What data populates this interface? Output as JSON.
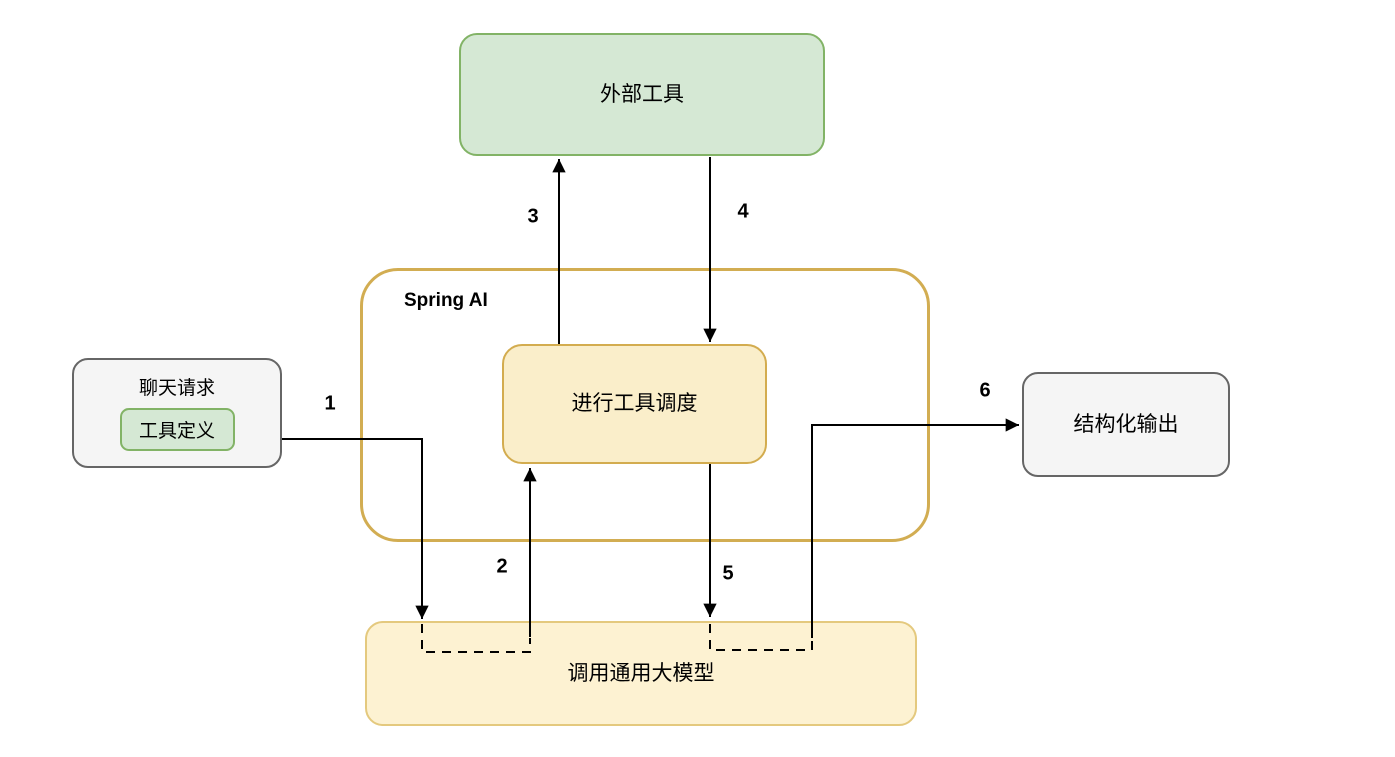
{
  "nodes": {
    "external_tools": {
      "label": "外部工具"
    },
    "spring_ai_container": {
      "label": "Spring AI"
    },
    "tool_dispatch": {
      "label": "进行工具调度"
    },
    "chat_request": {
      "title": "聊天请求",
      "tool_definition": "工具定义"
    },
    "structured_output": {
      "label": "结构化输出"
    },
    "llm_call": {
      "label": "调用通用大模型"
    }
  },
  "edge_labels": {
    "step1": "1",
    "step2": "2",
    "step3": "3",
    "step4": "4",
    "step5": "5",
    "step6": "6"
  },
  "colors": {
    "green_fill": "#d5e8d4",
    "green_stroke": "#82b366",
    "yellow_fill": "#faeeca",
    "yellow_stroke": "#d3ac4f",
    "container_stroke": "#d2ad52",
    "llm_fill": "#fdf2d2",
    "llm_stroke": "#e4c97e",
    "gray_fill": "#f5f5f5",
    "gray_stroke": "#666666",
    "line": "#000000"
  }
}
